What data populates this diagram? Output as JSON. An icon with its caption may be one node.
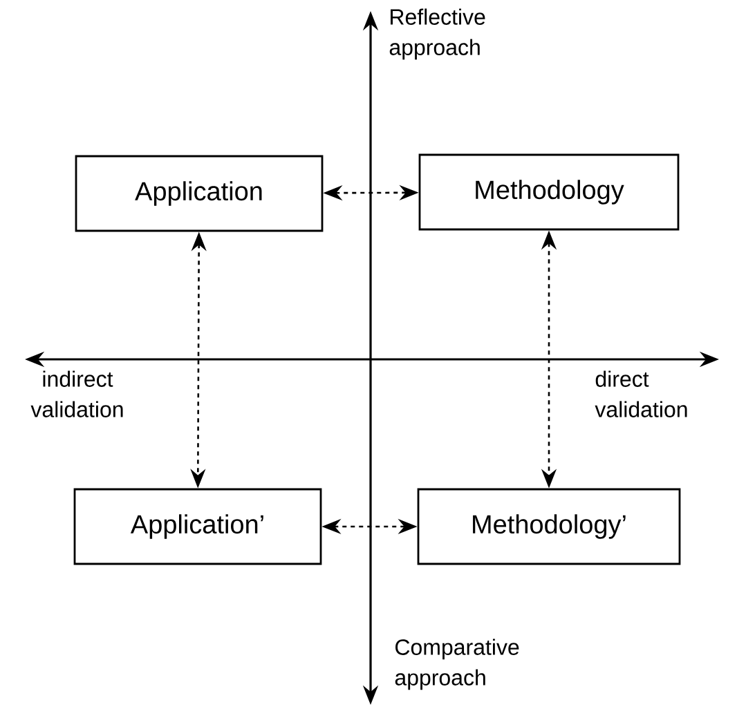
{
  "diagram": {
    "nodes": [
      {
        "text": [
          "Application"
        ]
      },
      {
        "text": [
          "Methodology"
        ]
      },
      {
        "text": [
          "Application’"
        ]
      },
      {
        "text": [
          "Methodology’"
        ]
      }
    ],
    "edges": [
      {
        "from": 0,
        "to": 1,
        "arrow": "both",
        "style": "dashed"
      },
      {
        "from": 0,
        "to": 2,
        "arrow": "both",
        "style": "dashed"
      },
      {
        "from": 1,
        "to": 3,
        "arrow": "both",
        "style": "dashed"
      },
      {
        "from": 2,
        "to": 3,
        "arrow": "both",
        "style": "dashed"
      }
    ],
    "labels": [
      "Reflective approach",
      "indirect validation",
      "direct validation",
      "Comparative approach"
    ]
  }
}
